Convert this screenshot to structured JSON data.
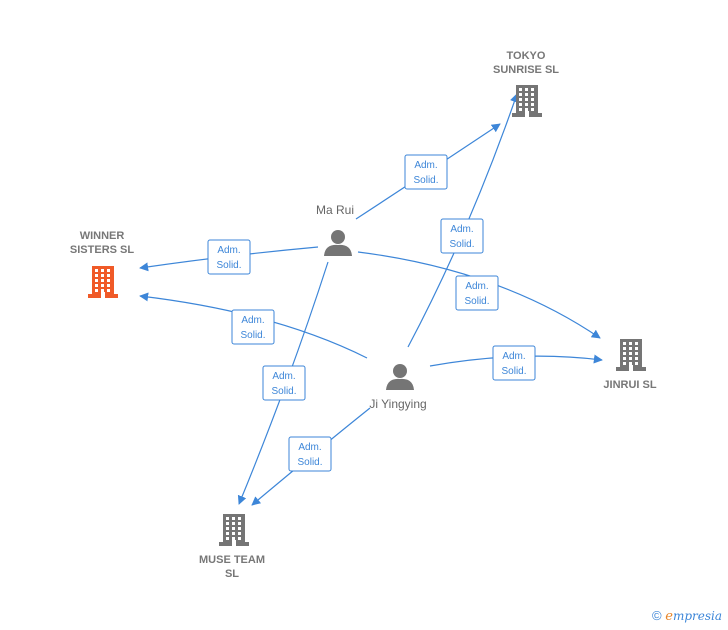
{
  "nodes": {
    "tokyo": {
      "name": "TOKYO\nSUNRISE  SL",
      "type": "company",
      "color": "#757575"
    },
    "winner": {
      "name": "WINNER\nSISTERS  SL",
      "type": "company",
      "color": "#f05a28"
    },
    "jinrui": {
      "name": "JINRUI  SL",
      "type": "company",
      "color": "#757575"
    },
    "muse": {
      "name": "MUSE TEAM\nSL",
      "type": "company",
      "color": "#757575"
    },
    "marui": {
      "name": "Ma Rui",
      "type": "person",
      "color": "#757575"
    },
    "jiyingying": {
      "name": "Ji Yingying",
      "type": "person",
      "color": "#757575"
    }
  },
  "edges": [
    {
      "from": "marui",
      "to": "tokyo",
      "label": [
        "Adm.",
        "Solid."
      ]
    },
    {
      "from": "marui",
      "to": "winner",
      "label": [
        "Adm.",
        "Solid."
      ]
    },
    {
      "from": "marui",
      "to": "jinrui",
      "label": [
        "Adm.",
        "Solid."
      ]
    },
    {
      "from": "marui",
      "to": "muse",
      "label": [
        "Adm.",
        "Solid."
      ]
    },
    {
      "from": "jiyingying",
      "to": "tokyo",
      "label": [
        "Adm.",
        "Solid."
      ]
    },
    {
      "from": "jiyingying",
      "to": "winner",
      "label": [
        "Adm.",
        "Solid."
      ]
    },
    {
      "from": "jiyingying",
      "to": "jinrui",
      "label": [
        "Adm.",
        "Solid."
      ]
    },
    {
      "from": "jiyingying",
      "to": "muse",
      "label": [
        "Adm.",
        "Solid."
      ]
    }
  ],
  "footer": {
    "copyright": "©",
    "brand_first": "e",
    "brand_rest": "mpresia"
  },
  "edge_color": "#3d86d8"
}
